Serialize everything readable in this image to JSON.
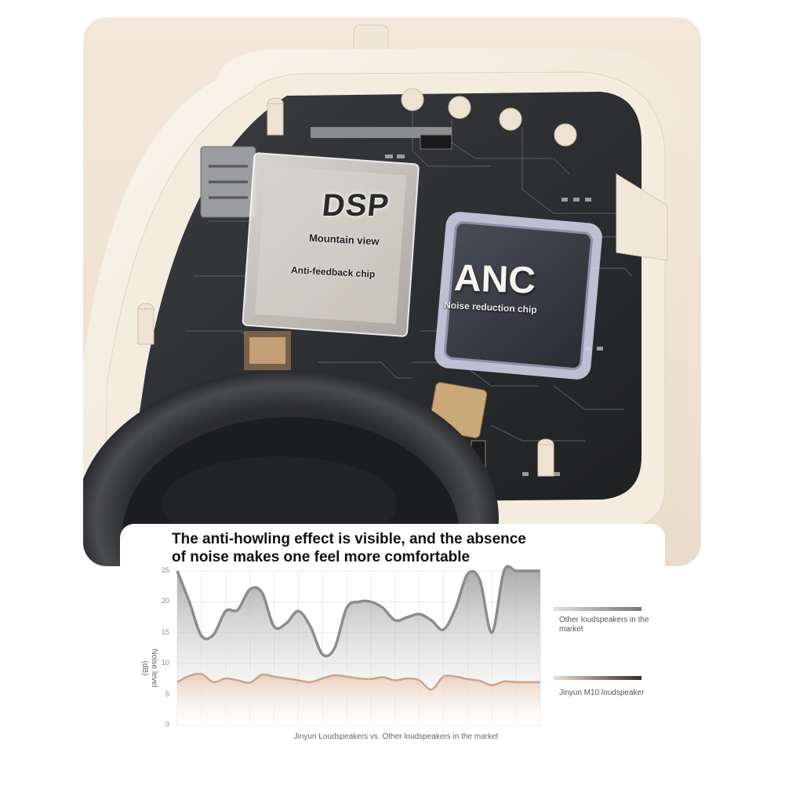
{
  "photo": {
    "dsp_chip": {
      "title": "DSP",
      "line1": "Mountain view",
      "line2": "Anti-feedback chip"
    },
    "anc_chip": {
      "title": "ANC",
      "line1": "Noise reduction chip"
    }
  },
  "chart": {
    "headline_line1": "The anti-howling effect is visible, and the absence",
    "headline_line2": "of noise makes one feel more comfortable",
    "xlabel": "Jinyun Loudspeakers vs. Other loudspeakers in the market",
    "ylabel_line1": "Noise level",
    "ylabel_line2": "(dB)",
    "legend": {
      "other": "Other loudspeakers in the market",
      "m10": "Jinyun M10 loudspeaker"
    },
    "colors": {
      "other": "#8c8c8c",
      "m10": "#c9a58a",
      "grid": "#e8e8e8"
    }
  },
  "chart_data": {
    "type": "area",
    "title": "The anti-howling effect is visible, and the absence of noise makes one feel more comfortable",
    "xlabel": "Jinyun Loudspeakers vs. Other loudspeakers in the market",
    "ylabel": "Noise level (dB)",
    "ylim": [
      0,
      25
    ],
    "yticks": [
      0,
      5,
      10,
      15,
      20,
      25
    ],
    "grid": true,
    "legend_position": "right",
    "x": [
      0,
      0.5,
      1,
      1.5,
      2,
      2.5,
      3,
      3.5,
      4,
      4.5,
      5,
      5.5,
      6,
      6.5,
      7,
      7.5,
      8,
      8.5,
      9,
      9.5,
      10,
      10.5,
      11,
      11.5,
      12,
      12.5,
      13,
      13.5,
      14,
      14.5,
      15
    ],
    "series": [
      {
        "name": "Other loudspeakers in the market",
        "values": [
          25,
          20,
          14.5,
          14.7,
          18.5,
          18.7,
          22,
          21.5,
          16,
          16.5,
          18.5,
          16,
          11.5,
          12.5,
          19,
          20,
          20,
          19,
          17,
          17.5,
          18,
          17,
          15.5,
          19,
          24.5,
          23.5,
          15,
          25,
          25,
          25,
          25
        ]
      },
      {
        "name": "Jinyun M10 loudspeaker",
        "values": [
          7,
          8,
          8.3,
          7,
          7.6,
          7.3,
          6.9,
          8.2,
          7.9,
          7.6,
          7.3,
          7,
          7.6,
          8.1,
          7.9,
          7.6,
          7.5,
          7.8,
          7.3,
          7.6,
          7.3,
          5.8,
          7.9,
          7.9,
          7.5,
          7.2,
          6.5,
          7.1,
          7,
          7,
          7
        ]
      }
    ]
  }
}
